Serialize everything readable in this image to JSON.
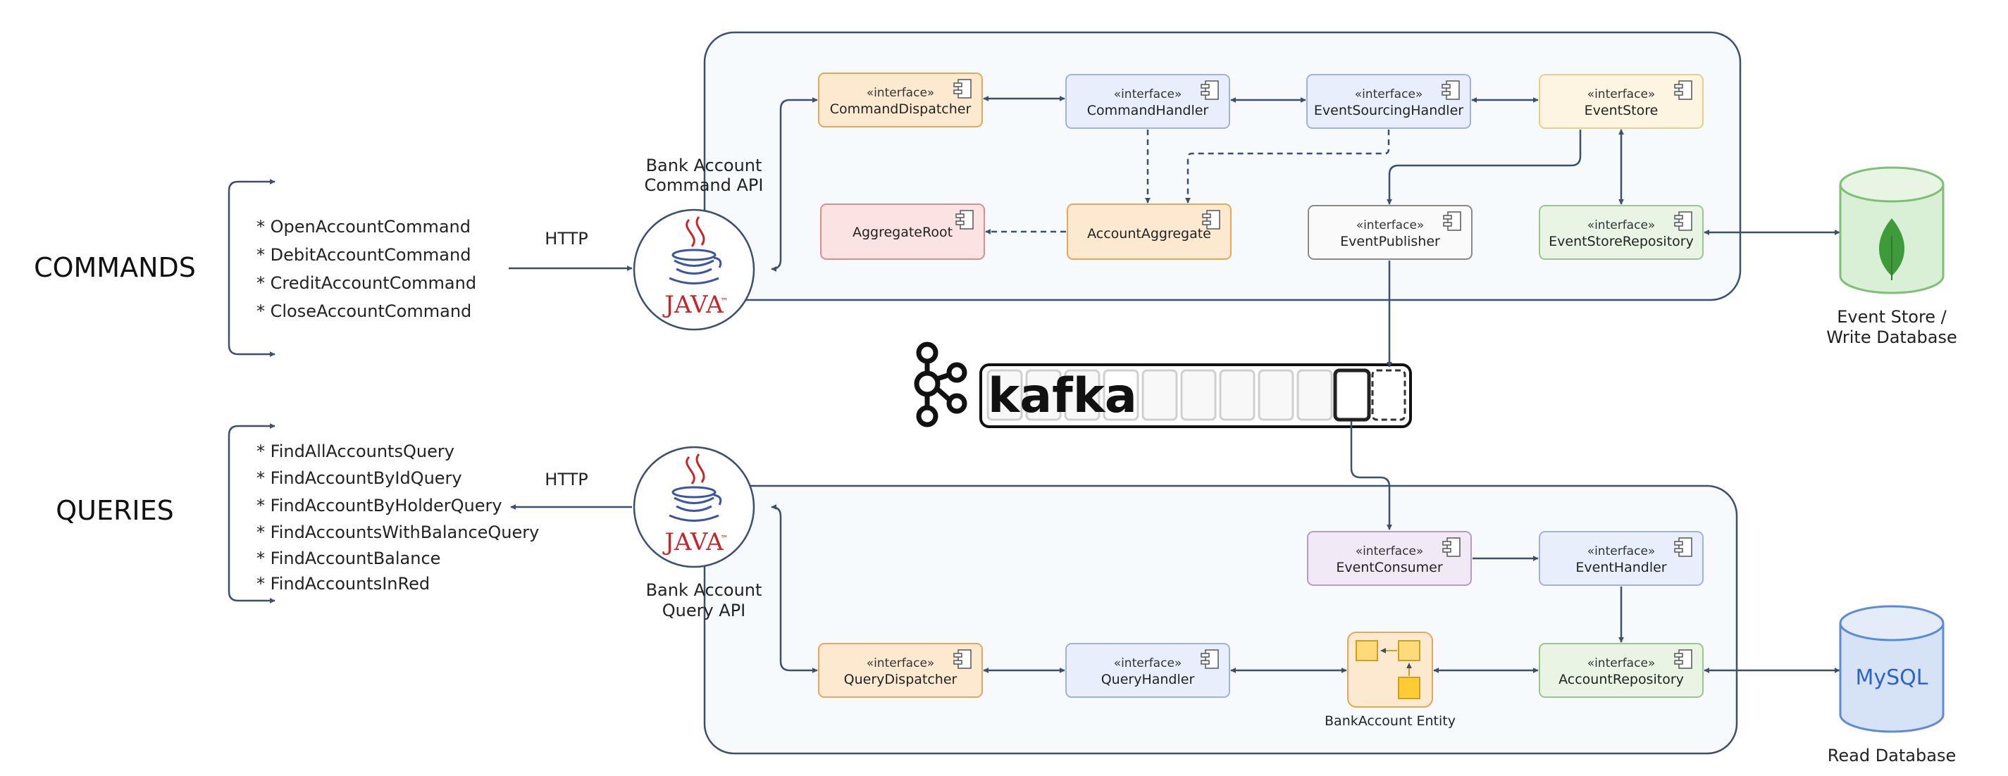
{
  "sections": {
    "commands_title": "COMMANDS",
    "queries_title": "QUERIES"
  },
  "commands": [
    "* OpenAccountCommand",
    "* DebitAccountCommand",
    "* CreditAccountCommand",
    "* CloseAccountCommand"
  ],
  "queries": [
    "* FindAllAccountsQuery",
    "* FindAccountByIdQuery",
    "* FindAccountByHolderQuery",
    "* FindAccountsWithBalanceQuery",
    "* FindAccountBalance",
    "* FindAccountsInRed"
  ],
  "http": {
    "command": "HTTP",
    "query": "HTTP"
  },
  "apis": {
    "command_line1": "Bank Account",
    "command_line2": "Command API",
    "query_line1": "Bank Account",
    "query_line2": "Query API",
    "java_text": "JAVA",
    "java_tm": "™"
  },
  "stereotype": "«interface»",
  "components": {
    "command_dispatcher": "CommandDispatcher",
    "command_handler": "CommandHandler",
    "event_sourcing_handler": "EventSourcingHandler",
    "event_store": "EventStore",
    "aggregate_root": "AggregateRoot",
    "account_aggregate": "AccountAggregate",
    "event_publisher": "EventPublisher",
    "event_store_repository": "EventStoreRepository",
    "event_consumer": "EventConsumer",
    "event_handler": "EventHandler",
    "query_dispatcher": "QueryDispatcher",
    "query_handler": "QueryHandler",
    "account_repository": "AccountRepository",
    "bank_account_entity": "BankAccount Entity"
  },
  "kafka": {
    "label": "kafka"
  },
  "databases": {
    "write_line1": "Event Store /",
    "write_line2": "Write Database",
    "read_label": "Read Database",
    "mysql_text": "MySQL"
  },
  "colors": {
    "line": "#3d4f6b",
    "orange_fill": "#fde9cf",
    "orange_stroke": "#e3a95a",
    "blue_fill": "#e8eefb",
    "blue_stroke": "#9fb3d9",
    "yellow_fill": "#fdf5e1",
    "yellow_stroke": "#e7cf8a",
    "red_fill": "#fbe3e3",
    "red_stroke": "#d98f8f",
    "gray_fill": "#fafafa",
    "gray_stroke": "#8a8a8a",
    "green_fill": "#e9f4e4",
    "green_stroke": "#9cc58e",
    "purple_fill": "#f1e9f5",
    "purple_stroke": "#b79bc7",
    "panel_fill": "#f7fafd",
    "panel_stroke": "#3d4f6b",
    "java_red": "#c4262b",
    "java_blue": "#3b55a0",
    "mongo_fill": "#d9efd6",
    "mongo_stroke": "#7fbf76",
    "mongo_leaf": "#3f9b3a",
    "mysql_fill": "#d6e3f6",
    "mysql_stroke": "#5f8ad6"
  }
}
